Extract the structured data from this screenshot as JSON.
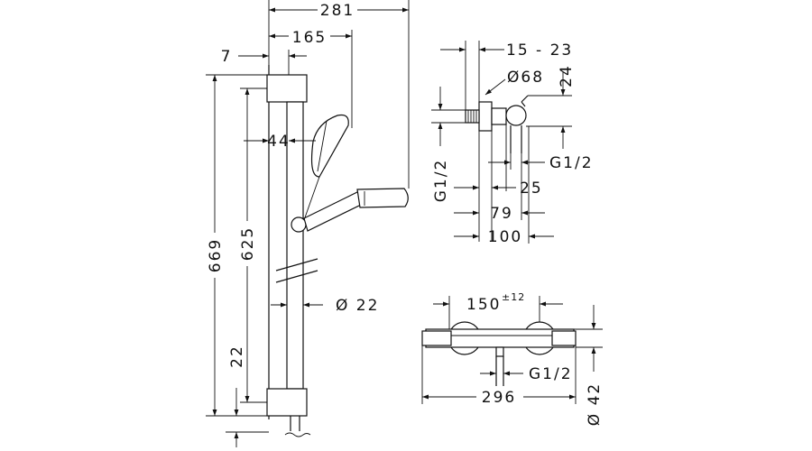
{
  "shower_set": {
    "dimensions": {
      "total_depth": "281",
      "handshower_depth": "165",
      "wall_offset": "7",
      "arm_offset": "44",
      "rail_height": "669",
      "bracket_spacing": "625",
      "bottom_offset": "22",
      "rail_diameter": "Ø 22"
    }
  },
  "wall_connector": {
    "dimensions": {
      "depth_range": "15 - 23",
      "rosette_diameter": "Ø68",
      "height": "24",
      "thread_side": "G1/2",
      "thread_left": "G1/2",
      "width_25": "25",
      "width_79": "79",
      "width_100": "100"
    }
  },
  "thermostat": {
    "dimensions": {
      "inlet_spacing": "150",
      "inlet_tolerance": "±12",
      "outlet_thread": "G1/2",
      "total_width": "296",
      "body_diameter": "Ø 42"
    }
  }
}
